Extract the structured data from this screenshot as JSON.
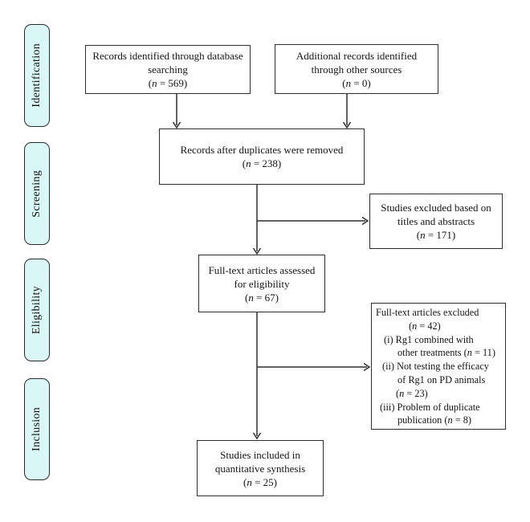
{
  "colors": {
    "stage_fill": "#d9f7f7",
    "stage_border": "#2b2b2b",
    "box_border": "#2e2e2e",
    "arrow": "#2e2e2e",
    "text": "#141414",
    "background": "#ffffff"
  },
  "stages": [
    {
      "label": "Identification"
    },
    {
      "label": "Screening"
    },
    {
      "label": "Eligibility"
    },
    {
      "label": "Inclusion"
    }
  ],
  "boxes": {
    "db_search": {
      "lines": [
        "Records identified through database",
        "searching",
        "(n = 569)"
      ]
    },
    "other_sources": {
      "lines": [
        "Additional records identified",
        "through other sources",
        "(n = 0)"
      ]
    },
    "after_duplicates": {
      "lines": [
        "Records after duplicates were removed",
        "(n = 238)"
      ]
    },
    "excluded_titles": {
      "lines": [
        "Studies excluded based on",
        "titles and abstracts",
        "(n = 171)"
      ]
    },
    "fulltext_assessed": {
      "lines": [
        "Full-text articles assessed",
        "for eligibility",
        "(n = 67)"
      ]
    },
    "fulltext_excluded": {
      "lines": [
        "Full-text articles excluded",
        "(n = 42)",
        "(i) Rg1 combined with",
        "other treatments (n = 11)",
        "(ii) Not testing the efficacy",
        "of Rg1 on PD animals",
        "(n = 23)",
        "(iii) Problem of duplicate",
        "publication (n = 8)"
      ]
    },
    "included_quant": {
      "lines": [
        "Studies included in",
        "quantitative synthesis",
        "(n = 25)"
      ]
    }
  }
}
